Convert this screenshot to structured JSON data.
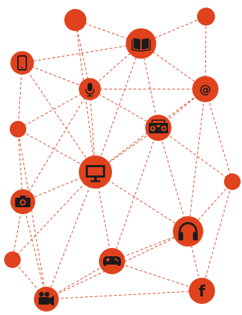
{
  "colors": {
    "node": "#e0421e",
    "edge": "#e0421e",
    "glyph": "#1b1b1b"
  },
  "nodes": [
    {
      "id": "n-top-left"
    },
    {
      "id": "n-top-right"
    },
    {
      "id": "n-book",
      "icon": "book-icon"
    },
    {
      "id": "n-phone",
      "icon": "smartphone-icon"
    },
    {
      "id": "n-mic",
      "icon": "microphone-icon"
    },
    {
      "id": "n-at",
      "icon": "at-sign-icon",
      "label": "@"
    },
    {
      "id": "n-left-mid"
    },
    {
      "id": "n-radio",
      "icon": "boombox-icon"
    },
    {
      "id": "n-monitor",
      "icon": "monitor-icon"
    },
    {
      "id": "n-right-mid"
    },
    {
      "id": "n-camera",
      "icon": "camera-icon"
    },
    {
      "id": "n-headphones",
      "icon": "headphones-icon"
    },
    {
      "id": "n-left-low"
    },
    {
      "id": "n-gamepad",
      "icon": "gamepad-icon"
    },
    {
      "id": "n-videocam",
      "icon": "video-camera-icon"
    },
    {
      "id": "n-facebook",
      "icon": "facebook-icon",
      "label": "f"
    }
  ],
  "edges": [
    [
      "n-top-left",
      "n-book"
    ],
    [
      "n-top-left",
      "n-mic"
    ],
    [
      "n-top-left",
      "n-monitor"
    ],
    [
      "n-top-right",
      "n-book"
    ],
    [
      "n-top-right",
      "n-at"
    ],
    [
      "n-book",
      "n-phone"
    ],
    [
      "n-book",
      "n-mic"
    ],
    [
      "n-book",
      "n-at"
    ],
    [
      "n-book",
      "n-radio"
    ],
    [
      "n-book",
      "n-monitor"
    ],
    [
      "n-phone",
      "n-mic"
    ],
    [
      "n-phone",
      "n-left-mid"
    ],
    [
      "n-phone",
      "n-monitor"
    ],
    [
      "n-mic",
      "n-at"
    ],
    [
      "n-mic",
      "n-left-mid"
    ],
    [
      "n-mic",
      "n-monitor"
    ],
    [
      "n-mic",
      "n-radio"
    ],
    [
      "n-mic",
      "n-camera"
    ],
    [
      "n-at",
      "n-radio"
    ],
    [
      "n-at",
      "n-right-mid"
    ],
    [
      "n-at",
      "n-monitor"
    ],
    [
      "n-at",
      "n-headphones"
    ],
    [
      "n-left-mid",
      "n-monitor"
    ],
    [
      "n-left-mid",
      "n-camera"
    ],
    [
      "n-left-mid",
      "n-videocam"
    ],
    [
      "n-radio",
      "n-monitor"
    ],
    [
      "n-radio",
      "n-right-mid"
    ],
    [
      "n-radio",
      "n-headphones"
    ],
    [
      "n-radio",
      "n-gamepad"
    ],
    [
      "n-monitor",
      "n-camera"
    ],
    [
      "n-monitor",
      "n-headphones"
    ],
    [
      "n-monitor",
      "n-gamepad"
    ],
    [
      "n-monitor",
      "n-left-low"
    ],
    [
      "n-monitor",
      "n-videocam"
    ],
    [
      "n-right-mid",
      "n-headphones"
    ],
    [
      "n-right-mid",
      "n-facebook"
    ],
    [
      "n-camera",
      "n-left-low"
    ],
    [
      "n-camera",
      "n-videocam"
    ],
    [
      "n-headphones",
      "n-gamepad"
    ],
    [
      "n-headphones",
      "n-facebook"
    ],
    [
      "n-headphones",
      "n-videocam"
    ],
    [
      "n-left-low",
      "n-videocam"
    ],
    [
      "n-gamepad",
      "n-videocam"
    ],
    [
      "n-gamepad",
      "n-facebook"
    ],
    [
      "n-videocam",
      "n-facebook"
    ]
  ]
}
